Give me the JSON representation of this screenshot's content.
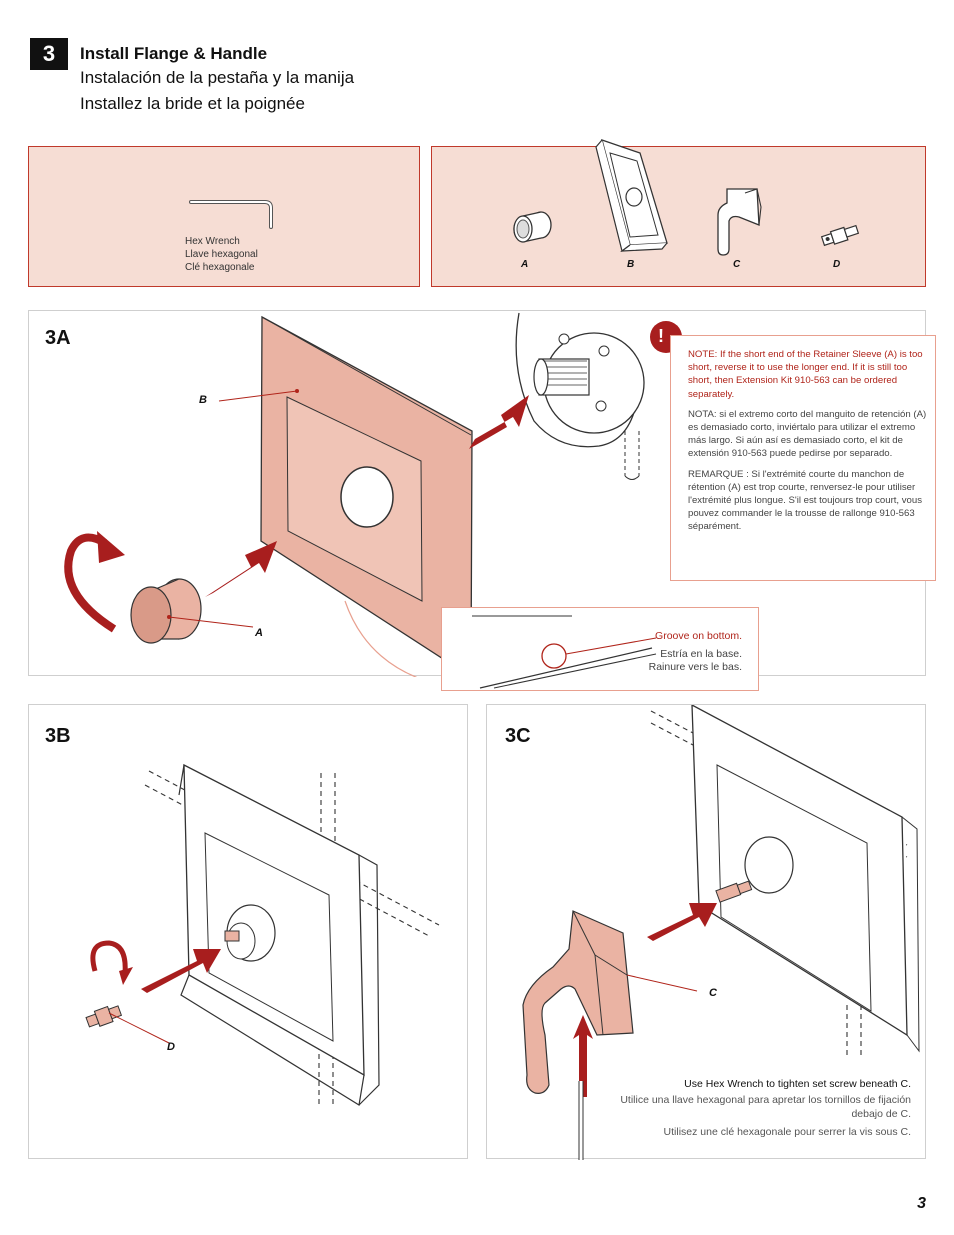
{
  "step": {
    "number": "3",
    "title_en": "Install Flange & Handle",
    "title_es": "Instalación de la pestaña y la manija",
    "title_fr": "Installez la bride et la poignée"
  },
  "tools": {
    "hex_wrench_en": "Hex Wrench",
    "hex_wrench_es": "Llave hexagonal",
    "hex_wrench_fr": "Clé hexagonale"
  },
  "parts": {
    "labels": [
      "A",
      "B",
      "C",
      "D"
    ]
  },
  "panel_3a": {
    "label": "3A",
    "callout_b": "B",
    "callout_a": "A",
    "note_en": "NOTE: If the short end of the Retainer Sleeve (A) is too short, reverse it to use the longer end. If it is still too short, then Extension Kit 910-563 can be ordered separately.",
    "note_es": "NOTA: si el extremo corto del manguito de retención (A) es demasiado corto, inviértalo para utilizar el extremo más largo. Si aún así es demasiado corto, el kit de extensión 910-563 puede pedirse por separado.",
    "note_fr": "REMARQUE : Si l'extrémité courte du manchon de rétention (A) est trop courte, renversez-le pour utiliser l'extrémité plus longue. S'il est toujours trop court, vous pouvez commander le la trousse de rallonge 910-563 séparément.",
    "warning_symbol": "!",
    "groove_en": "Groove on bottom.",
    "groove_es": "Estría en la base.",
    "groove_fr": "Rainure vers le bas."
  },
  "panel_3b": {
    "label": "3B",
    "callout_d": "D"
  },
  "panel_3c": {
    "label": "3C",
    "callout_c": "C",
    "instr_en": "Use Hex Wrench to tighten set screw beneath C.",
    "instr_es": "Utilice una llave hexagonal para apretar los tornillos de fijación debajo de C.",
    "instr_fr": "Utilisez une clé hexagonale pour serrer la vis sous C."
  },
  "page_number": "3",
  "colors": {
    "accent_red": "#b0241a",
    "arrow_red": "#a81e1e",
    "pink_fill": "#f6ddd4",
    "part_copper": "#eab3a3"
  }
}
